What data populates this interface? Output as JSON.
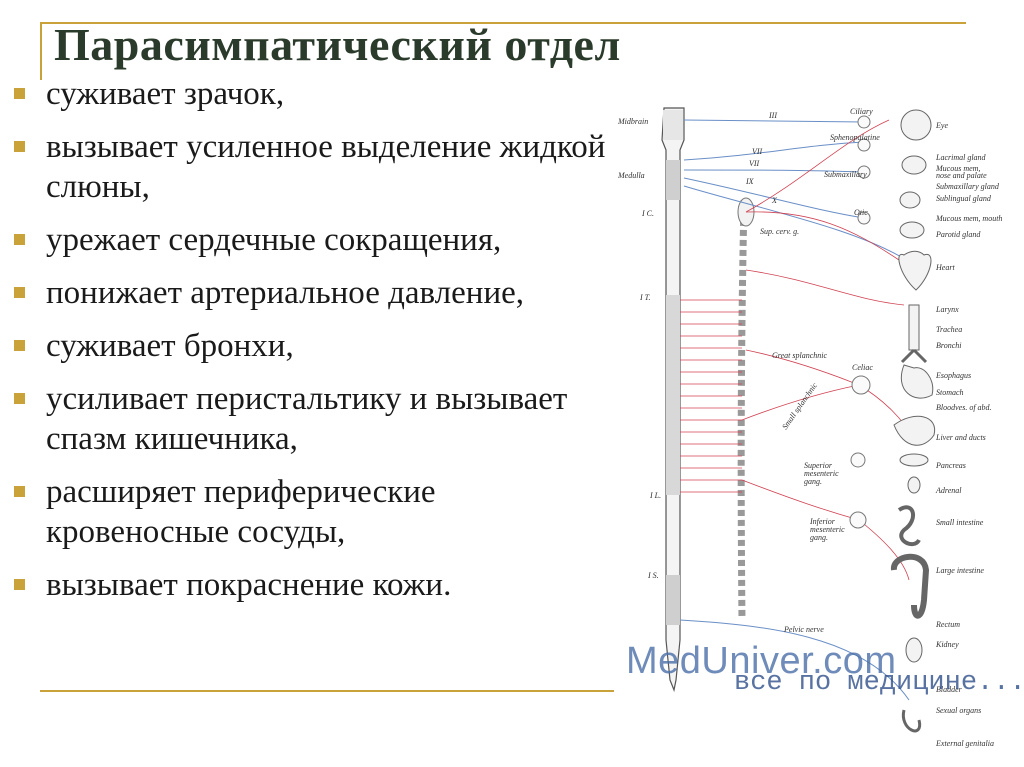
{
  "slide": {
    "title": "Парасимпатический отдел",
    "bullets": [
      "суживает зрачок,",
      "вызывает усиленное выделение жидкой слюны,",
      "урежает сердечные сокращения,",
      "понижает артериальное давление,",
      "суживает бронхи,",
      "усиливает перистальтику и вызывает спазм кишечника,",
      "расширяет периферические кровеносные сосуды,",
      "вызывает покраснение кожи."
    ]
  },
  "diagram": {
    "left_labels": {
      "midbrain": "Midbrain",
      "medulla": "Medulla",
      "ic": "I C.",
      "it": "I T.",
      "il": "I L.",
      "is": "I S."
    },
    "nerve_labels": {
      "n3": "III",
      "n7": "VII",
      "n9": "IX",
      "n10": "X",
      "sup_cerv": "Sup. cerv. g.",
      "great_splanchnic": "Great splanchnic",
      "small_splanchnic": "Small splanchnic",
      "pelvic": "Pelvic nerve"
    },
    "ganglia": {
      "ciliary": "Ciliary",
      "sphenopalatine": "Sphenopalatine",
      "submaxillary": "Submaxillary",
      "otic": "Otic",
      "celiac": "Celiac",
      "sup_mes_1": "Superior",
      "sup_mes_2": "mesenteric",
      "sup_mes_3": "gang.",
      "inf_mes_1": "Inferior",
      "inf_mes_2": "mesenteric",
      "inf_mes_3": "gang."
    },
    "organs": {
      "eye": "Eye",
      "lacrimal": "Lacrimal gland",
      "mucous_nose": "Mucous mem,",
      "mucous_nose2": "nose and palate",
      "submax_gland": "Submaxillary gland",
      "sublingual": "Sublingual gland",
      "mucous_mouth": "Mucous mem, mouth",
      "parotid": "Parotid gland",
      "heart": "Heart",
      "larynx": "Larynx",
      "trachea": "Trachea",
      "bronchi": "Bronchi",
      "esophagus": "Esophagus",
      "stomach": "Stomach",
      "bloodves": "Bloodves. of abd.",
      "liver": "Liver and ducts",
      "pancreas": "Pancreas",
      "adrenal": "Adrenal",
      "small_int": "Small intestine",
      "large_int": "Large intestine",
      "rectum": "Rectum",
      "kidney": "Kidney",
      "bladder": "Bladder",
      "sexual": "Sexual organs",
      "external": "External genitalia"
    },
    "colors": {
      "parasympathetic": "#6a8fc7",
      "sympathetic": "#d04050",
      "accent": "#c9a23a"
    }
  },
  "watermark": {
    "line1": "MedUniver.com",
    "line2": "все по медицине..."
  }
}
